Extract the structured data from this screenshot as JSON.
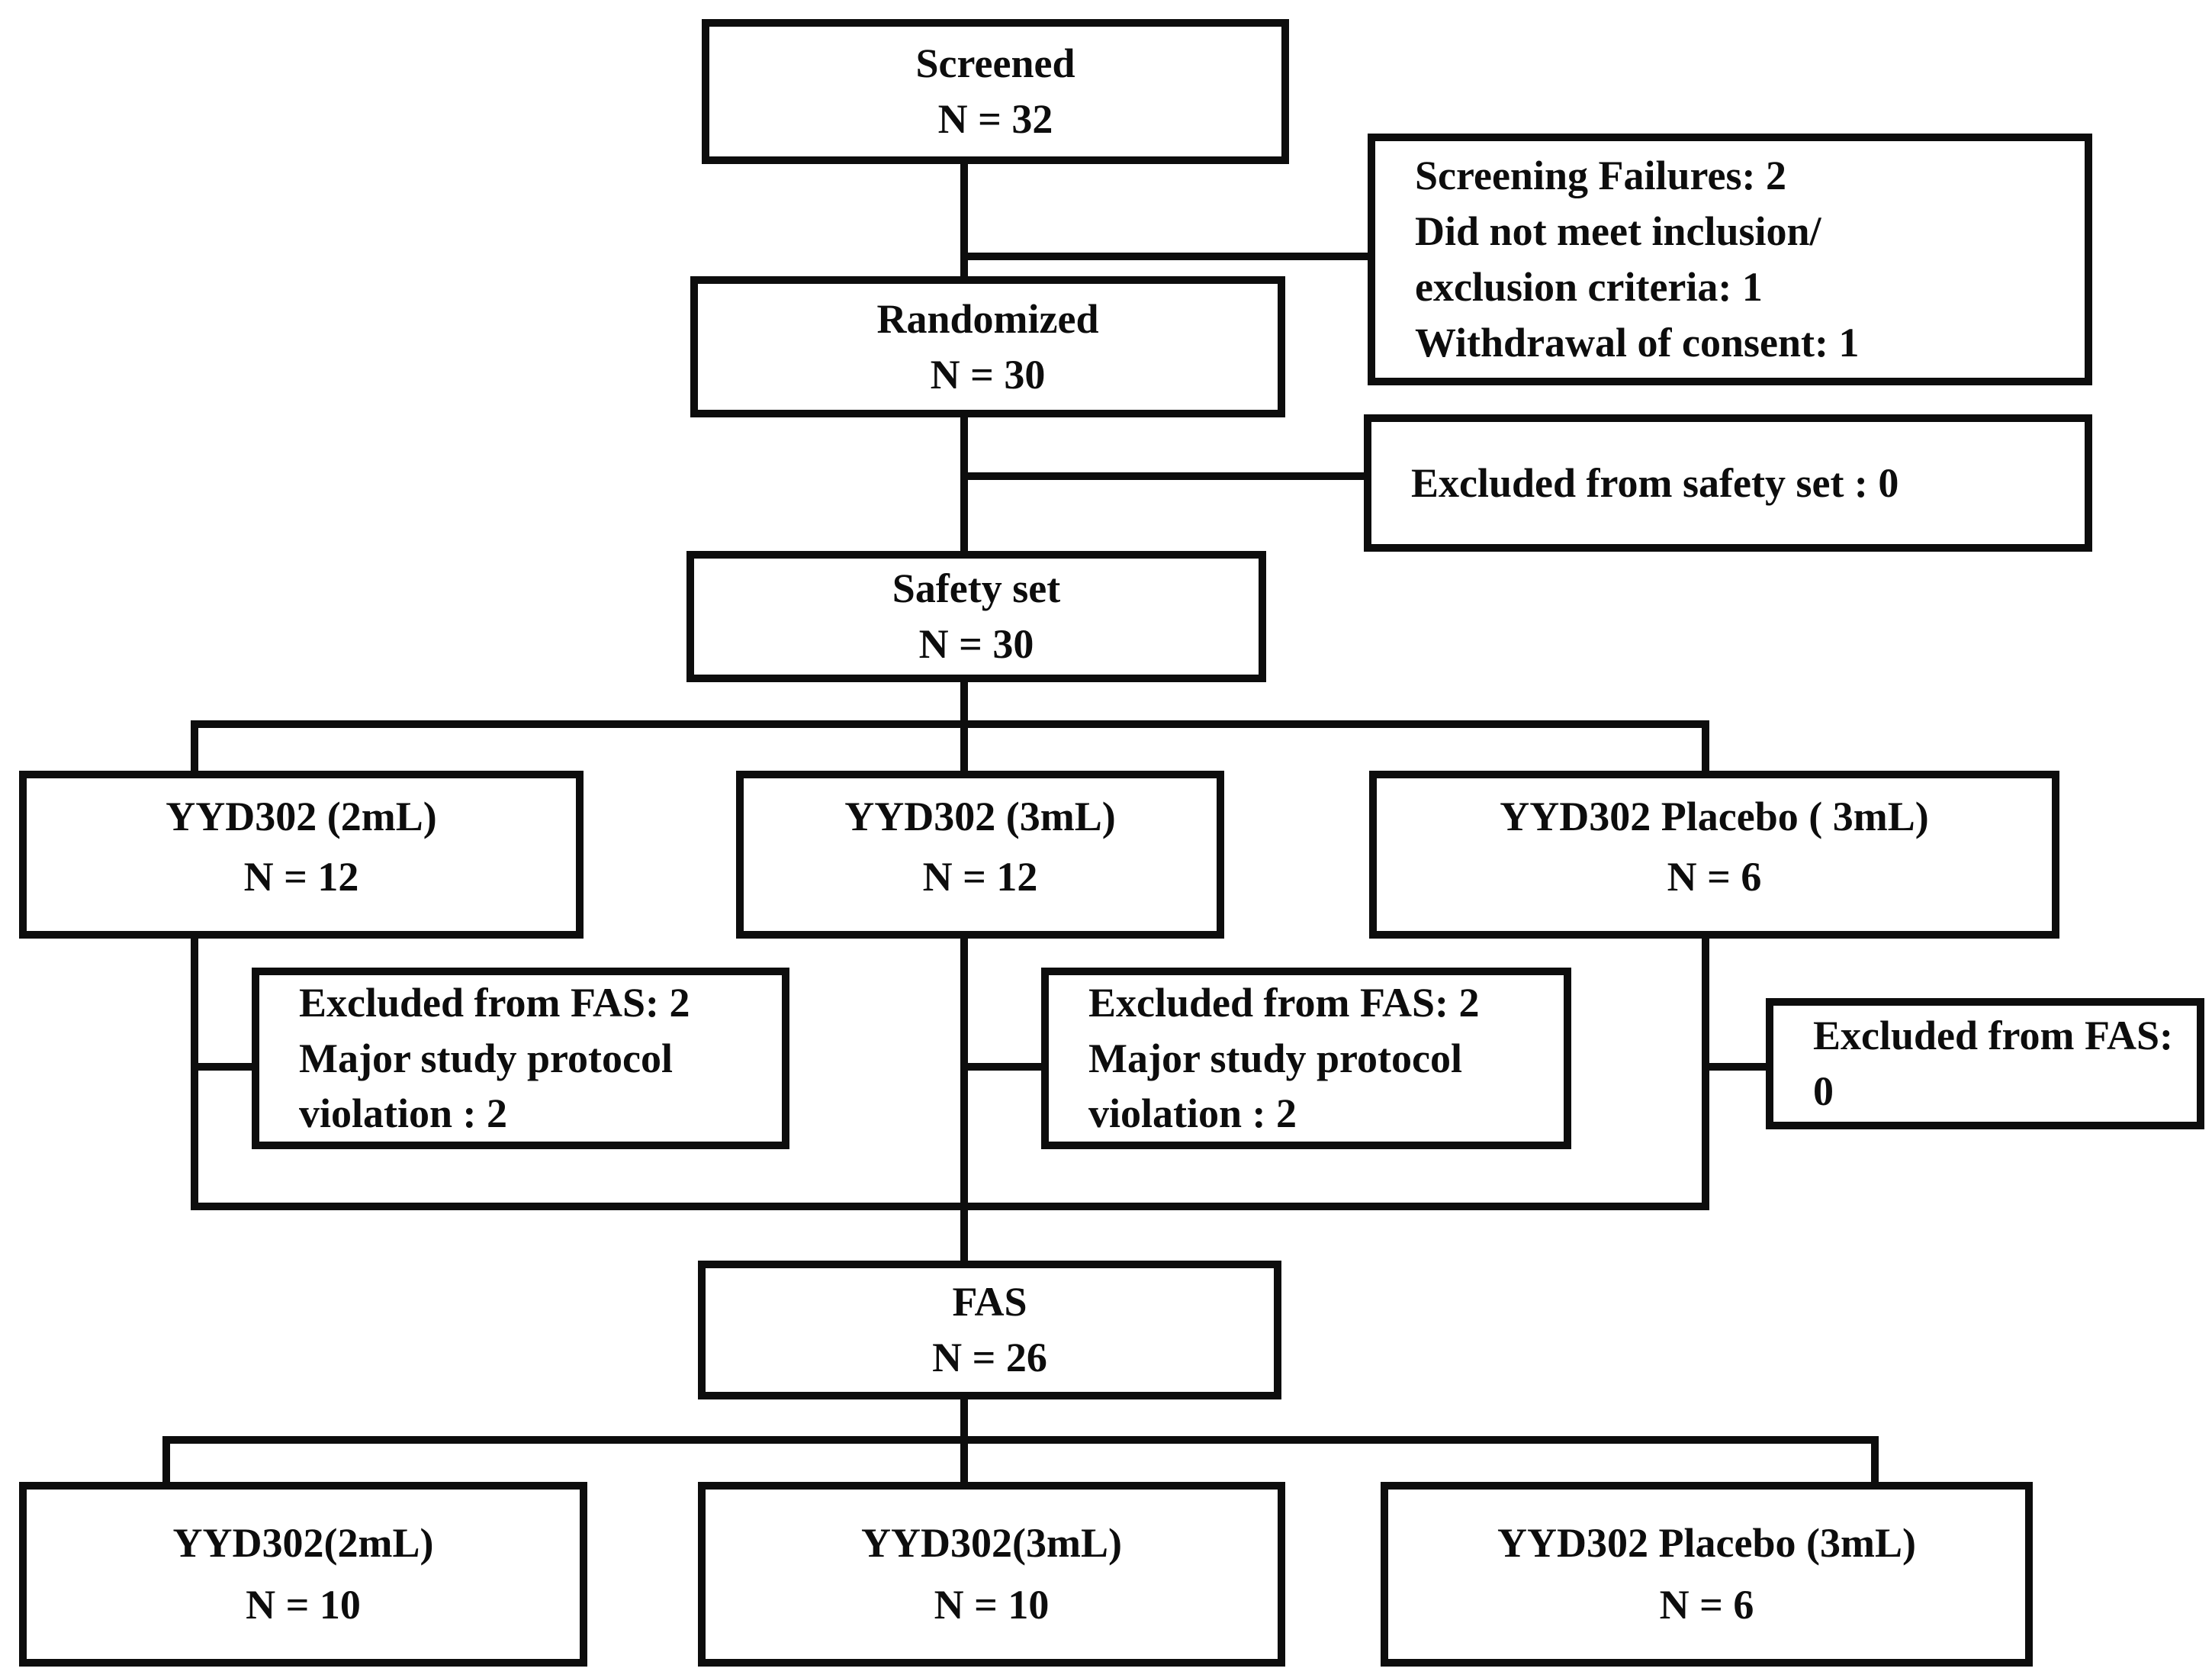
{
  "diagram": {
    "type": "consort-flowchart",
    "colors": {
      "ink": "#0d0d0d",
      "background": "#ffffff"
    },
    "nodes": {
      "screened": {
        "label": "Screened",
        "n": "N = 32"
      },
      "screening_failures": {
        "lines": [
          "Screening Failures: 2",
          "Did not meet inclusion/",
          "exclusion criteria: 1",
          "Withdrawal of consent: 1"
        ]
      },
      "randomized": {
        "label": "Randomized",
        "n": "N = 30"
      },
      "excluded_safety": {
        "lines": [
          "Excluded from safety set : 0"
        ]
      },
      "safety_set": {
        "label": "Safety set",
        "n": "N = 30"
      },
      "arm_2ml": {
        "label": "YYD302 (2mL)",
        "n": "N = 12"
      },
      "arm_3ml": {
        "label": "YYD302 (3mL)",
        "n": "N = 12"
      },
      "arm_placebo": {
        "label": "YYD302 Placebo ( 3mL)",
        "n": "N = 6"
      },
      "excluded_fas_2ml": {
        "lines": [
          "Excluded from FAS: 2",
          "Major study protocol",
          "violation : 2"
        ]
      },
      "excluded_fas_3ml": {
        "lines": [
          "Excluded from FAS: 2",
          "Major study protocol",
          "violation : 2"
        ]
      },
      "excluded_fas_placebo": {
        "lines": [
          "Excluded from FAS: 0"
        ]
      },
      "fas": {
        "label": "FAS",
        "n": "N = 26"
      },
      "fas_2ml": {
        "label": "YYD302(2mL)",
        "n": "N = 10"
      },
      "fas_3ml": {
        "label": "YYD302(3mL)",
        "n": "N = 10"
      },
      "fas_placebo": {
        "label": "YYD302 Placebo (3mL)",
        "n": "N = 6"
      }
    }
  }
}
